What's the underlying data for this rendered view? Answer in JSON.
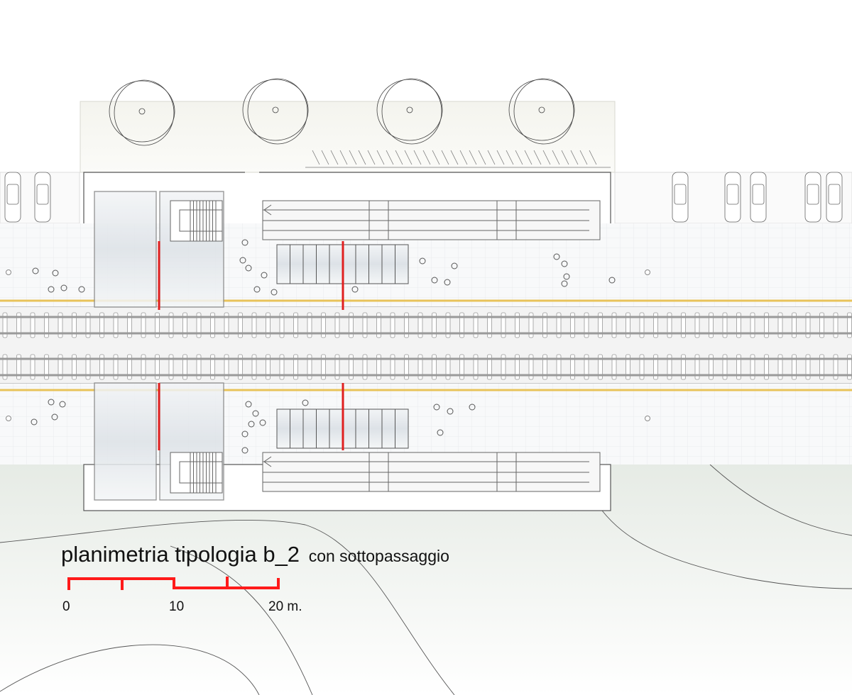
{
  "drawing": {
    "title": "planimetria tipologia b_2",
    "subtitle": "con sottopassaggio"
  },
  "scale_bar": {
    "labels": [
      "0",
      "10",
      "20 m."
    ],
    "color": "#ff1a1a"
  },
  "colors": {
    "platform_line": "#e8c35a",
    "section_line": "#e02020",
    "ground": "#eef1ec"
  }
}
